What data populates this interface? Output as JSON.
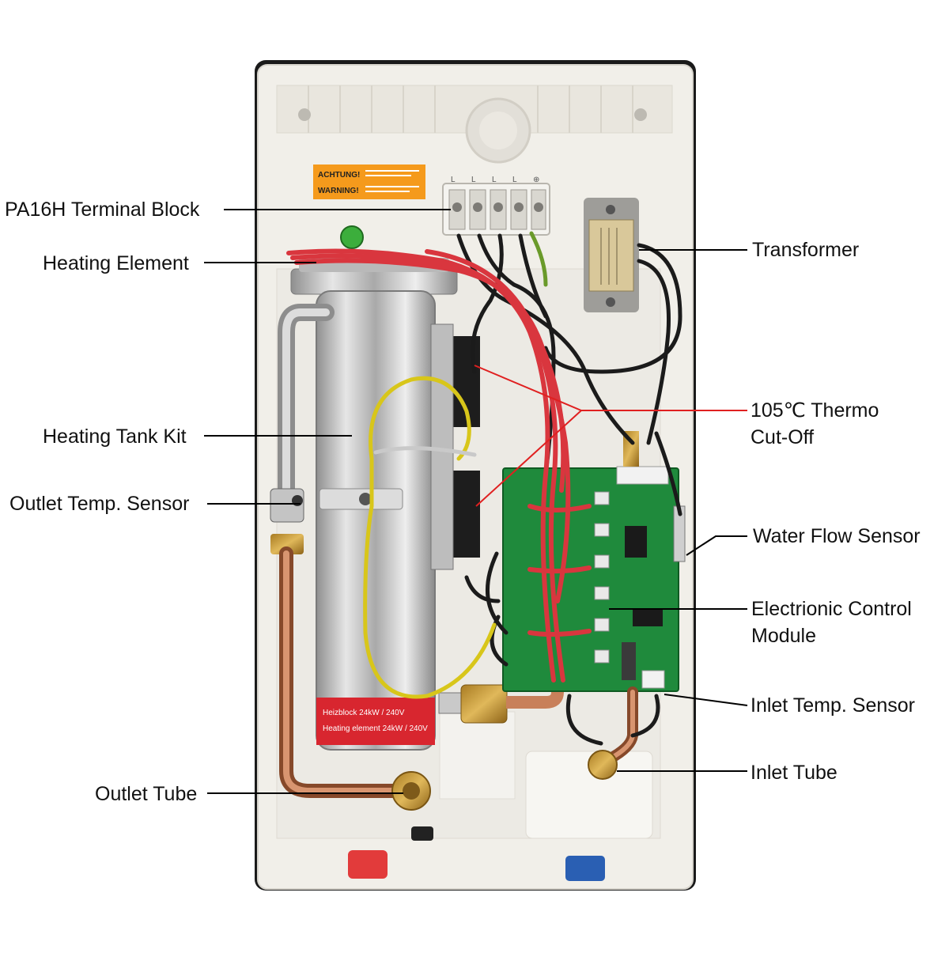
{
  "labels": {
    "terminal_block": "PA16H Terminal Block",
    "heating_element": "Heating Element",
    "heating_tank": "Heating Tank Kit",
    "outlet_sensor": "Outlet Temp. Sensor",
    "outlet_tube": "Outlet Tube",
    "transformer": "Transformer",
    "thermo_line1": "105℃  Thermo",
    "thermo_line2": "Cut-Off",
    "flow_sensor": "Water Flow Sensor",
    "control_line1": "Electrionic Control",
    "control_line2": "Module",
    "inlet_sensor": "Inlet Temp. Sensor",
    "inlet_tube": "Inlet Tube"
  },
  "sticker": {
    "line1": "ACHTUNG!",
    "line2": "WARNING!"
  },
  "tank_badge": {
    "line1": "Heizblock  24kW / 240V",
    "line2": "Heating element  24kW / 240V"
  },
  "colors": {
    "housing": "#f1efe9",
    "copper": "#c8805a",
    "steel": "#c9c9c9",
    "pcb": "#1f8a3c",
    "wire_red": "#d9363e",
    "wire_black": "#1b1b1b",
    "wire_yellow": "#d8c61a",
    "sticker": "#f59a1c"
  }
}
